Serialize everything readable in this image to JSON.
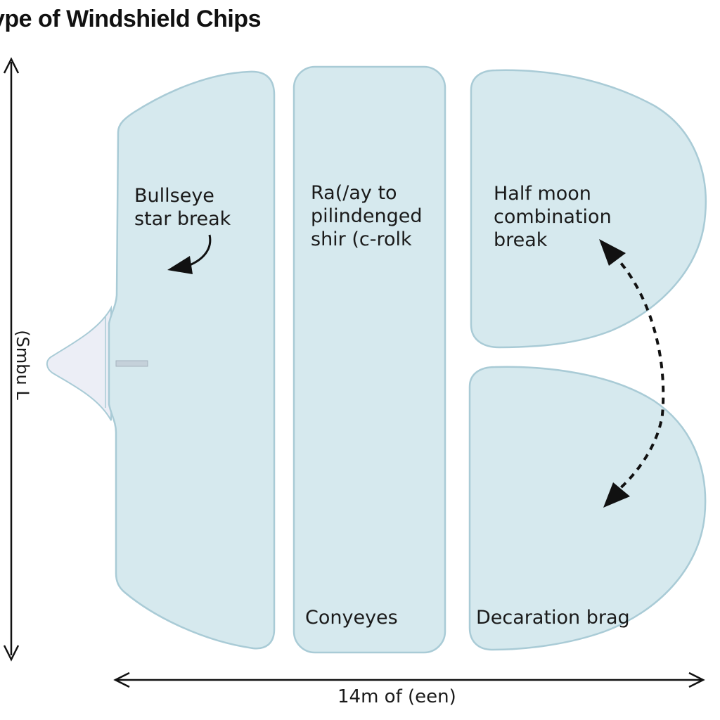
{
  "title": "ype of Windshield Chips",
  "colors": {
    "panel_fill": "#d6e9ee",
    "panel_stroke": "#a9cbd6",
    "notch_fill": "#eceef6",
    "axis": "#111111",
    "text": "#1a1a1a"
  },
  "panels": {
    "left": {
      "label": "Bullseye\nstar break"
    },
    "middle": {
      "label_top": "Ra(/ay to\npilindenged\nshir (c-rolk",
      "label_bottom": "Conyeyes"
    },
    "right_top": {
      "label": "Half moon\ncombination\nbreak"
    },
    "right_bottom": {
      "label": "Decaration brag"
    }
  },
  "axes": {
    "x_label": "14m of (een)",
    "y_label": "(Smbu L"
  }
}
